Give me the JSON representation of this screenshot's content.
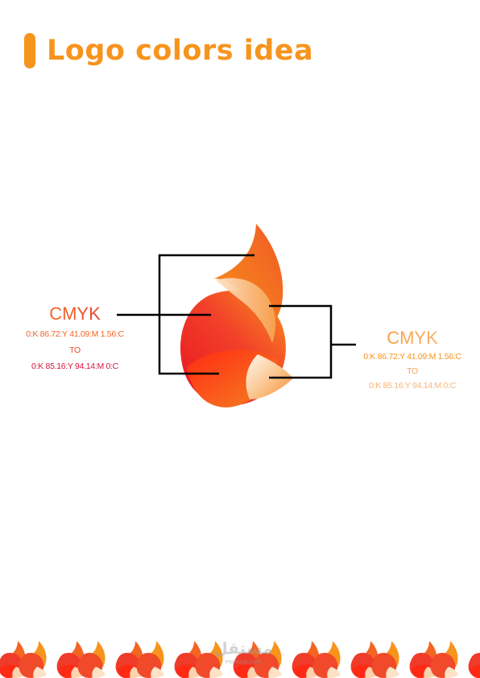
{
  "header": {
    "title": "Logo colors idea"
  },
  "colors": {
    "accent": "#f7941d",
    "gradient_red": "#d7143b",
    "gradient_orange": "#f58220",
    "gradient_light": "#f9c490",
    "connector_lines": "#000000"
  },
  "left_spec": {
    "label": "CMYK",
    "from": "0:K  86.72:Y  41.09:M  1.56:C",
    "connector": "TO",
    "to": "0:K  85.16:Y  94.14:M  0:C"
  },
  "right_spec": {
    "label": "CMYK",
    "from": "0:K  86.72:Y  41.09:M  1.56:C",
    "connector": "TO",
    "to": "0:K  85.16:Y  94.14:M  0:C"
  },
  "logo": {
    "icon": "fox-flame-logo-icon"
  },
  "footer": {
    "pattern_icon": "fox-flame-logo-icon",
    "repeat_count": 9,
    "watermark": "مستقل",
    "watermark_sub": "mostaql.com"
  }
}
